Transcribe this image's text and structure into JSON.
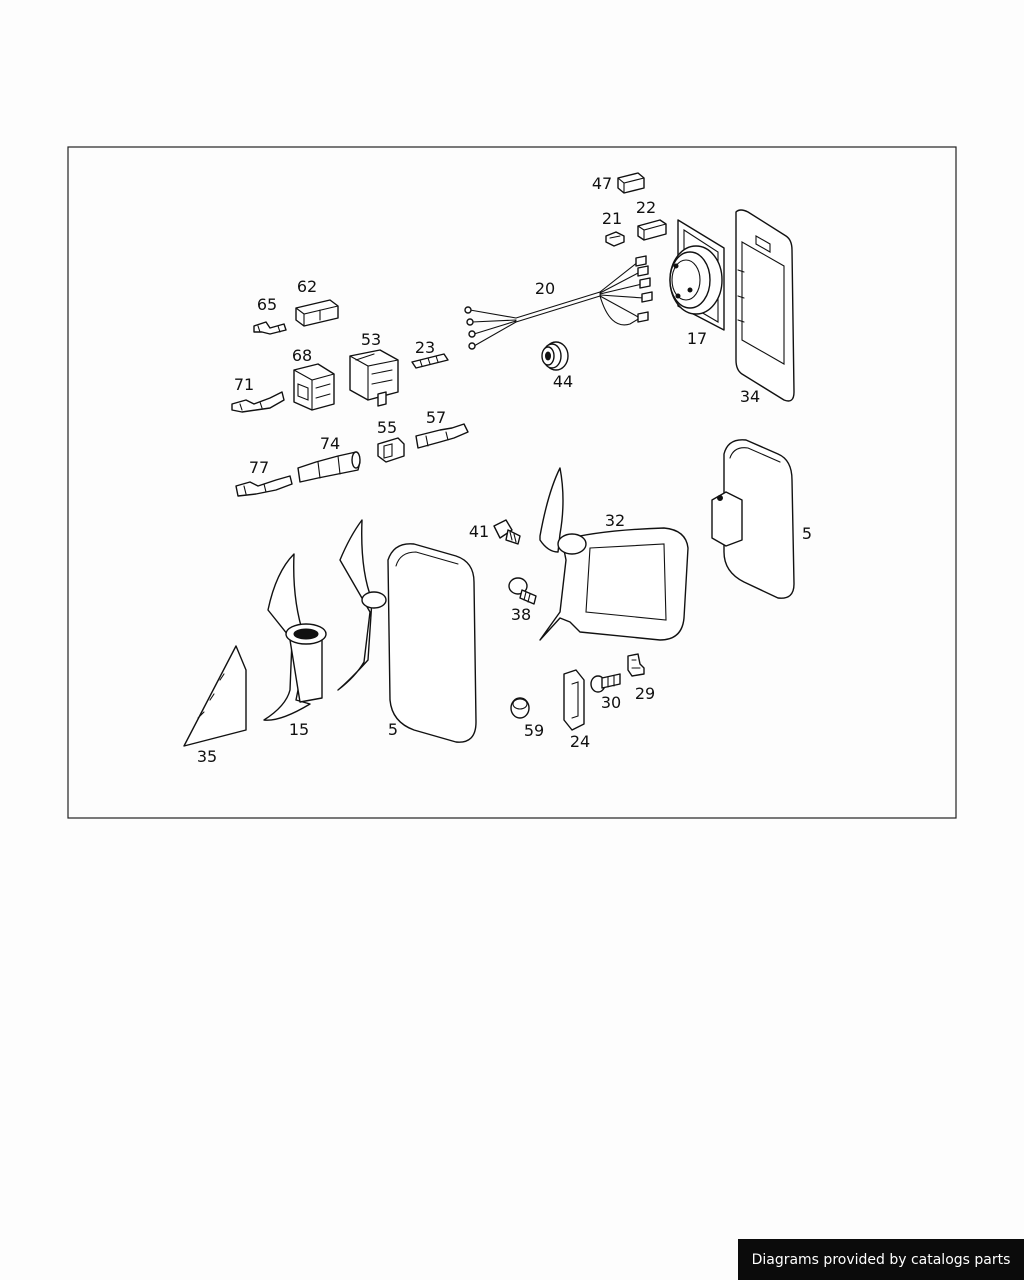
{
  "diagram": {
    "callouts": {
      "p47": "47",
      "p21": "21",
      "p22": "22",
      "p20": "20",
      "p17": "17",
      "p34": "34",
      "p62": "62",
      "p65": "65",
      "p53": "53",
      "p23": "23",
      "p68": "68",
      "p71": "71",
      "p44": "44",
      "p55": "55",
      "p57": "57",
      "p74": "74",
      "p77": "77",
      "p41": "41",
      "p32": "32",
      "p5a": "5",
      "p38": "38",
      "p35": "35",
      "p15": "15",
      "p5b": "5",
      "p59": "59",
      "p24": "24",
      "p30": "30",
      "p29": "29"
    }
  },
  "footer": {
    "text": "Diagrams provided by catalogs parts"
  }
}
